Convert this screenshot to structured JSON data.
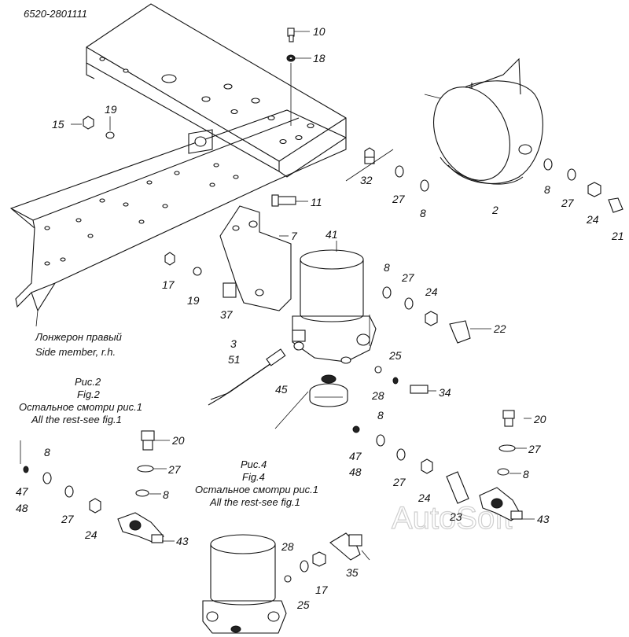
{
  "diagram": {
    "part_number": "6520-2801111",
    "watermark": "AutoSoft",
    "side_member_caption": [
      "Лонжерон правый",
      "Side member, r.h."
    ],
    "fig2_caption": [
      "Рис.2",
      "Fig.2",
      "Остальное смотри рис.1",
      "All the rest-see fig.1"
    ],
    "fig4_caption": [
      "Рис.4",
      "Fig.4",
      "Остальное смотри рис.1",
      "All the rest-see fig.1"
    ],
    "callouts": {
      "c10": "10",
      "c18": "18",
      "c15": "15",
      "c19a": "19",
      "c32": "32",
      "c27a": "27",
      "c8a": "8",
      "c2": "2",
      "c8b": "8",
      "c27b": "27",
      "c24a": "24",
      "c21": "21",
      "c11": "11",
      "c7": "7",
      "c41": "41",
      "c17a": "17",
      "c19b": "19",
      "c37": "37",
      "c8c": "8",
      "c27c": "27",
      "c24b": "24",
      "c22": "22",
      "c3": "3",
      "c51": "51",
      "c25a": "25",
      "c45": "45",
      "c28a": "28",
      "c34": "34",
      "c8d": "8",
      "c47a": "47",
      "c48a": "48",
      "c20a": "20",
      "c27d": "27",
      "c8e": "8",
      "c20b": "20",
      "c27e": "27",
      "c8f": "8",
      "c47b": "47",
      "c48b": "48",
      "c8g": "8",
      "c27f": "27",
      "c24c": "24",
      "c43a": "43",
      "c27g": "27",
      "c24d": "24",
      "c23": "23",
      "c43b": "43",
      "c28b": "28",
      "c17b": "17",
      "c35": "35",
      "c25b": "25"
    }
  }
}
